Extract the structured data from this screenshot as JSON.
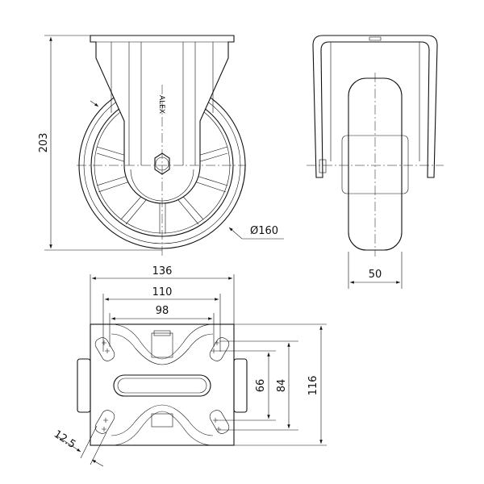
{
  "title": "Fixed castor technical drawing",
  "logo_text": "ALEX",
  "dimensions": {
    "overall_height": "203",
    "wheel_diameter": "Ø160",
    "wheel_width": "50",
    "plate_width": "136",
    "hole_spacing_outer_x": "110",
    "hole_spacing_inner_x": "98",
    "hole_spacing_inner_y": "66",
    "hole_spacing_outer_y": "84",
    "plate_length": "116",
    "slot_width": "12.5"
  }
}
